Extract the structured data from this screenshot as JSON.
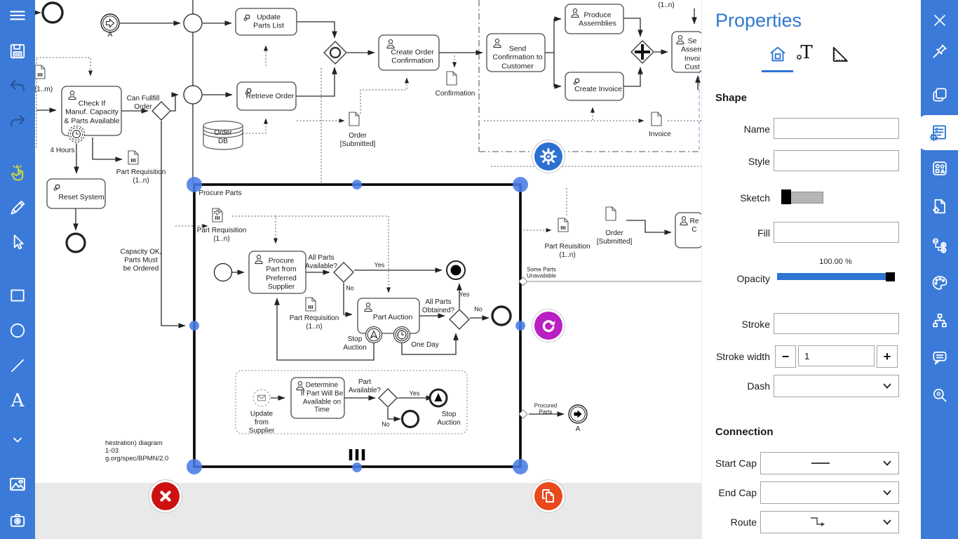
{
  "properties_panel": {
    "title": "Properties",
    "shape": {
      "heading": "Shape",
      "name_label": "Name",
      "name_value": "",
      "style_label": "Style",
      "style_value": "",
      "sketch_label": "Sketch",
      "fill_label": "Fill",
      "fill_value": "",
      "opacity_label": "Opacity",
      "opacity_value": "100.00 %",
      "stroke_label": "Stroke",
      "stroke_value": "",
      "stroke_width_label": "Stroke width",
      "stroke_width_value": "1",
      "dash_label": "Dash",
      "minus": "−",
      "plus": "+"
    },
    "connection": {
      "heading": "Connection",
      "start_cap_label": "Start Cap",
      "end_cap_label": "End Cap",
      "route_label": "Route"
    }
  },
  "icons": {
    "text_tool": "A",
    "tab_text": "T"
  },
  "colors": {
    "toolbar_blue": "#3b7ad8",
    "accent_blue": "#2e74d3",
    "handle_blue": "#4a7ce6",
    "fab_gear": "#2c70d2",
    "fab_refresh": "#b91fc2",
    "fab_close": "#cd1111",
    "fab_copy": "#e9491c"
  },
  "diagram": {
    "labels": {
      "link_a1": "A",
      "update_parts": "Update\nParts List",
      "retrieve_order": "Retrieve Order",
      "create_order_confirmation": "Create Order\nConfirmation",
      "send_confirmation": "Send\nConfirmation to\nCustomer",
      "produce_assemblies": "Produce\nAssemblies",
      "create_invoice": "Create Invoice",
      "send_assembly_cut": "Se\nAssem\nInvoi\nCust",
      "n_top": "(1..n)",
      "invoice_doc": "Invoice",
      "confirmation_doc": "Confirmation",
      "order_submitted_1": "Order\n[Submitted]",
      "order_db": "Order\nDB",
      "m_left": "(1..m)",
      "check_if": "Check If\nManuf. Capacity\n& Parts Available",
      "can_fulfill": "Can Fullfill\nOrder",
      "four_hours": "4 Hours",
      "part_req_left": "Part Requisition\n(1..n)",
      "reset_system": "Reset System",
      "capacity_ok": "Capacity OK,\nParts Must\nbe Ordered",
      "procure_parts": "Procure Parts",
      "part_req_top": "Part Requisition\n(1..n)",
      "procure_part": "Procure\nPart from\nPreferred\nSupplier",
      "all_parts_available": "All Parts\nAvailable?",
      "yes1": "Yes",
      "no1": "No",
      "part_req_mid": "Part Requisition\n(1..n)",
      "part_auction": "Part Auction",
      "stop_auction_boundary": "Stop\nAuction",
      "one_day": "One Day",
      "all_parts_obtained": "All Parts\nObtained?",
      "yes2": "Yes",
      "no2": "No",
      "update_from_supplier": "Update\nfrom\nSupplier",
      "determine": "Determine\nIf Part Will Be\nAvailable on\nTime",
      "part_available": "Part\nAvailable?",
      "yes3": "Yes",
      "no3": "No",
      "stop_auction_end": "Stop\nAuction",
      "part_reuisition_right": "Part Reuisition\n(1..n)",
      "order_submitted_2": "Order\n[Submitted]",
      "some_parts": "Some Parts\nUnavailable",
      "procured_parts": "Procured\nParts",
      "link_a2": "A",
      "recv_cut": "Re\nC"
    },
    "footer": "hestration) diagram\n1-03\ng.org/spec/BPMN/2.0"
  }
}
